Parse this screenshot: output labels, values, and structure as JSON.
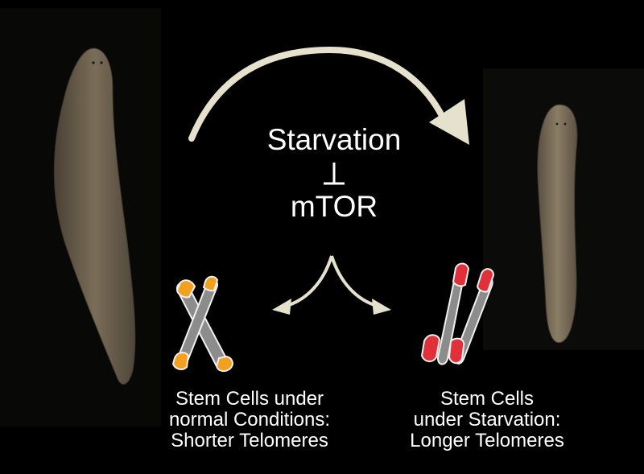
{
  "center": {
    "line1": "Starvation",
    "line2": "mTOR"
  },
  "captions": {
    "left": [
      "Stem Cells under",
      "normal Conditions:",
      "Shorter Telomeres"
    ],
    "right": [
      "Stem Cells",
      "under Starvation:",
      "Longer Telomeres"
    ]
  },
  "colors": {
    "background": "#000000",
    "arrow": "#e5e1cd",
    "chromosome_body": "#8c8c8c",
    "telomere_short": "#f2a020",
    "telomere_long": "#e0303a",
    "worm": "#6f6350"
  }
}
